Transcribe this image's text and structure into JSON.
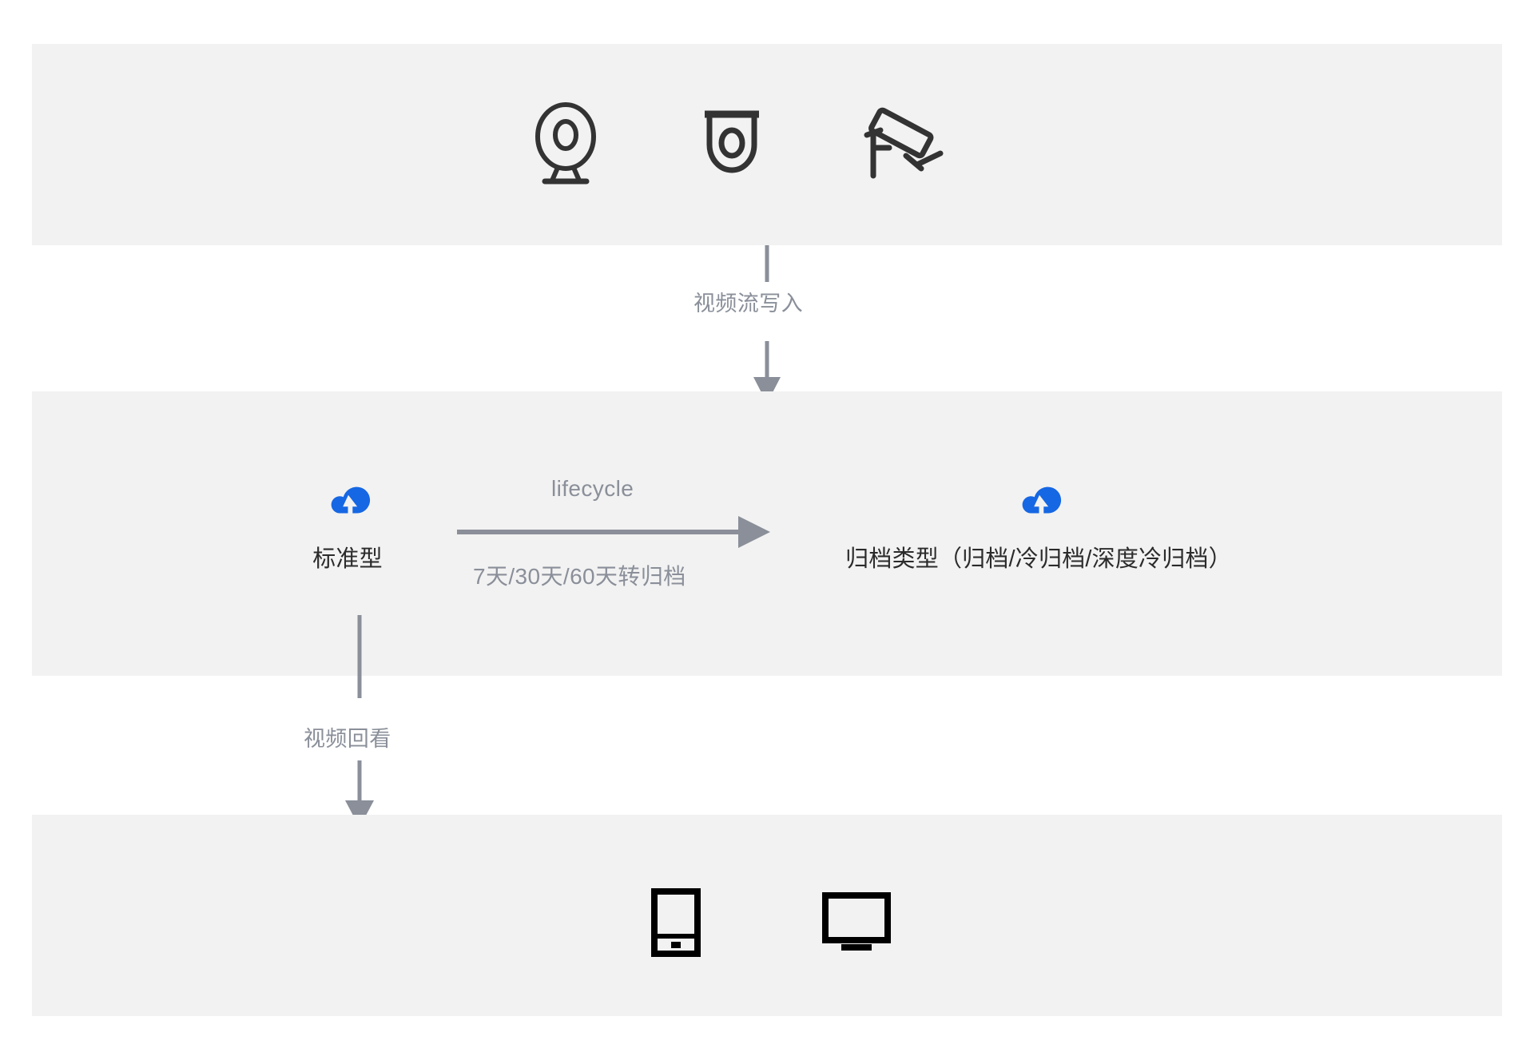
{
  "theme": {
    "page_background": "#ffffff",
    "band_background": "#f2f2f2",
    "connector_gray": "#8a8f99",
    "label_gray": "#8a8f99",
    "text_dark": "#2b2b2b",
    "icon_dark": "#333333",
    "cloud_blue": "#1667e3"
  },
  "bands": {
    "cameras": {
      "name": "camera-band"
    },
    "storage": {
      "name": "storage-band"
    },
    "clients": {
      "name": "client-band"
    }
  },
  "camera_icons": [
    {
      "icon": "webcam-icon"
    },
    {
      "icon": "dome-camera-icon"
    },
    {
      "icon": "surveillance-camera-icon"
    }
  ],
  "client_icons": [
    {
      "icon": "mobile-phone-icon"
    },
    {
      "icon": "tv-monitor-icon"
    }
  ],
  "storage_nodes": [
    {
      "icon": "cloud-upload-icon",
      "label": "标准型"
    },
    {
      "icon": "cloud-upload-icon",
      "label": "归档类型（归档/冷归档/深度冷归档）"
    }
  ],
  "connectors": {
    "write": {
      "label": "视频流写入",
      "direction": "down"
    },
    "lifecycle": {
      "label": "lifecycle",
      "sublabel": "7天/30天/60天转归档",
      "direction": "right"
    },
    "playback": {
      "label": "视频回看",
      "direction": "down"
    }
  }
}
